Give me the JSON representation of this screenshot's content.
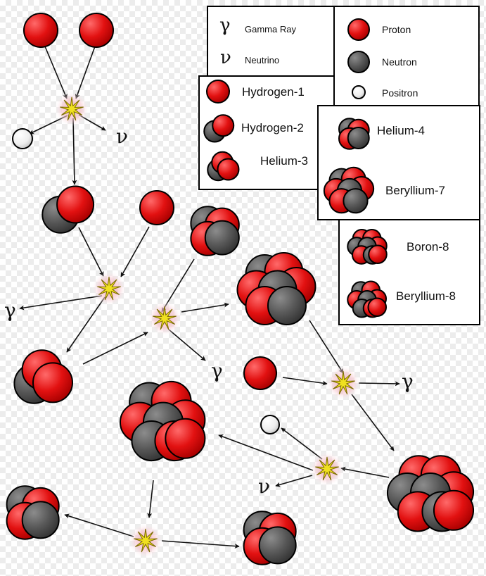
{
  "legend": {
    "gamma_symbol": "γ",
    "gamma_label": "Gamma Ray",
    "neutrino_symbol": "ν",
    "neutrino_label": "Neutrino",
    "proton_label": "Proton",
    "neutron_label": "Neutron",
    "positron_label": "Positron",
    "hydrogen1_label": "Hydrogen-1",
    "hydrogen2_label": "Hydrogen-2",
    "helium3_label": "Helium-3",
    "helium4_label": "Helium-4",
    "beryllium7_label": "Beryllium-7",
    "boron8_label": "Boron-8",
    "beryllium8_label": "Beryllium-8"
  },
  "emissions": {
    "gamma": "γ",
    "neutrino": "ν"
  },
  "colors": {
    "proton": "#e01010",
    "neutron": "#555555",
    "positron": "#eeeeee",
    "reaction_star": "#f0e020",
    "reaction_glow": "#f4c0c8"
  }
}
